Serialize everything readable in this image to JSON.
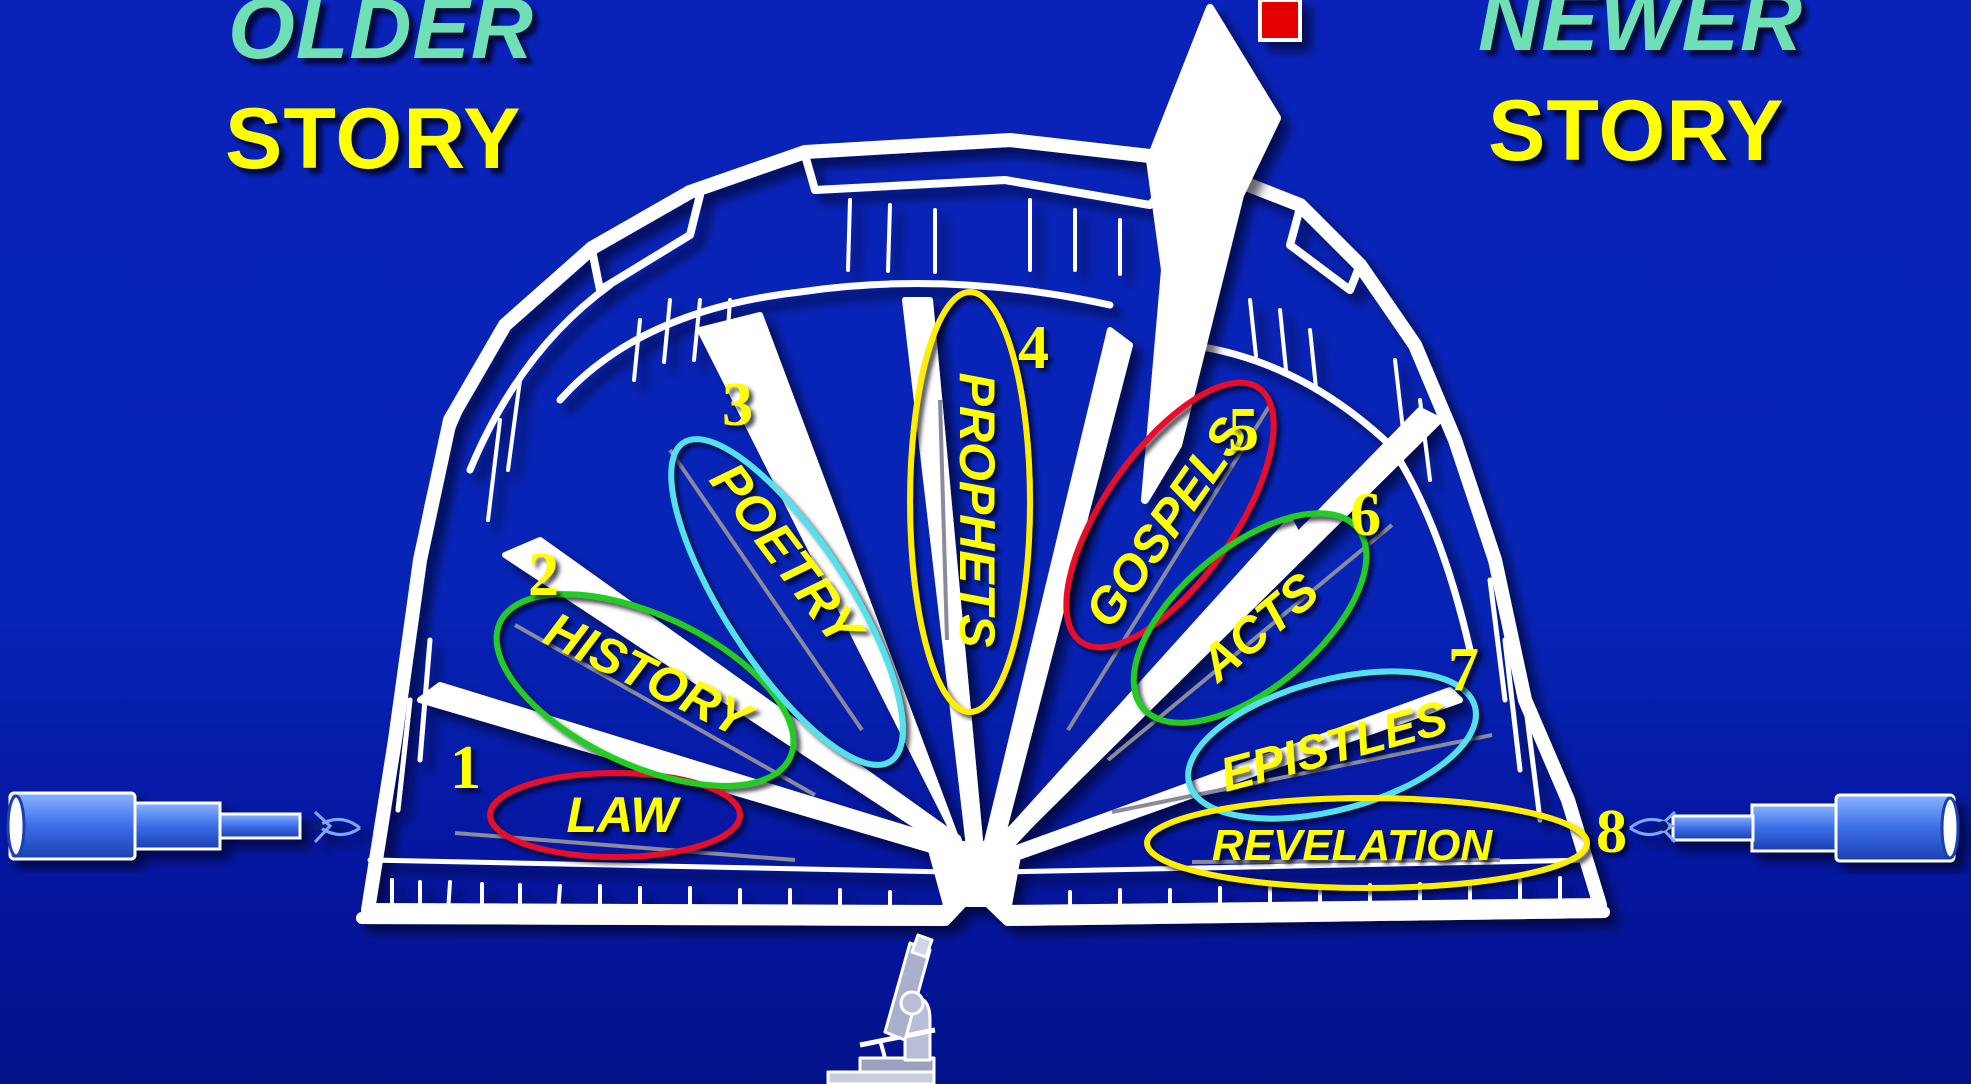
{
  "titles": {
    "left_top": "OLDER",
    "left_bottom": "STORY",
    "right_top": "NEWER",
    "right_bottom": "STORY"
  },
  "sections": [
    {
      "number": "1",
      "label": "LAW",
      "ring_color": "#e8102a"
    },
    {
      "number": "2",
      "label": "HISTORY",
      "ring_color": "#22cc22"
    },
    {
      "number": "3",
      "label": "POETRY",
      "ring_color": "#55e0ee"
    },
    {
      "number": "4",
      "label": "PROPHETS",
      "ring_color": "#ffee00"
    },
    {
      "number": "5",
      "label": "GOSPELS",
      "ring_color": "#e8102a"
    },
    {
      "number": "6",
      "label": "ACTS",
      "ring_color": "#22cc22"
    },
    {
      "number": "7",
      "label": "EPISTLES",
      "ring_color": "#55e0ee"
    },
    {
      "number": "8",
      "label": "REVELATION",
      "ring_color": "#ffee00"
    }
  ],
  "icons": {
    "left": "telescope-icon",
    "right": "telescope-icon",
    "bottom": "microscope-icon",
    "bookmark": "bookmark-icon"
  }
}
